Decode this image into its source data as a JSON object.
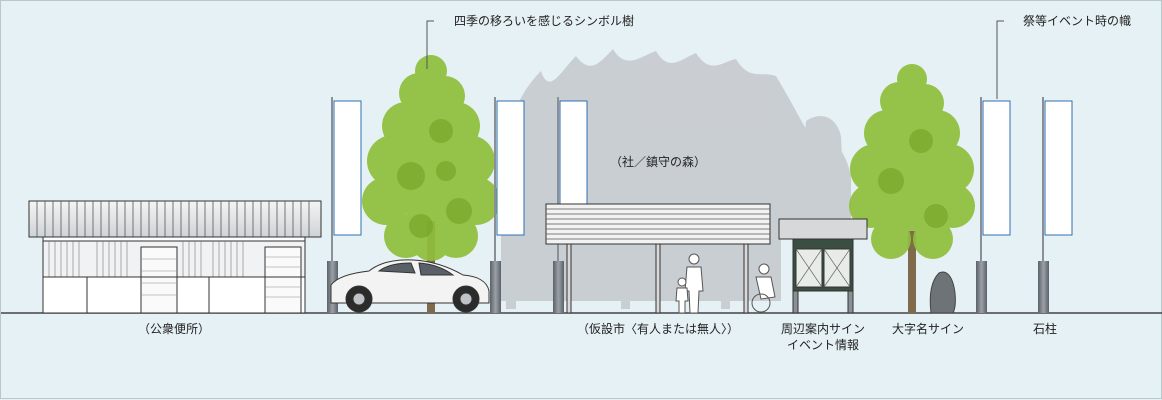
{
  "callouts": {
    "symbol_tree": "四季の移ろいを感じるシンボル樹",
    "festival_flags": "祭等イベント時の幟"
  },
  "labels": {
    "shrine_forest": "（社／鎮守の森）",
    "public_toilet": "（公衆便所）",
    "temporary_market": "（仮設市〈有人または無人〉）",
    "area_sign_line1": "周辺案内サイン",
    "area_sign_line2": "イベント情報",
    "district_sign": "大字名サイン",
    "stone_pillar": "石柱"
  }
}
